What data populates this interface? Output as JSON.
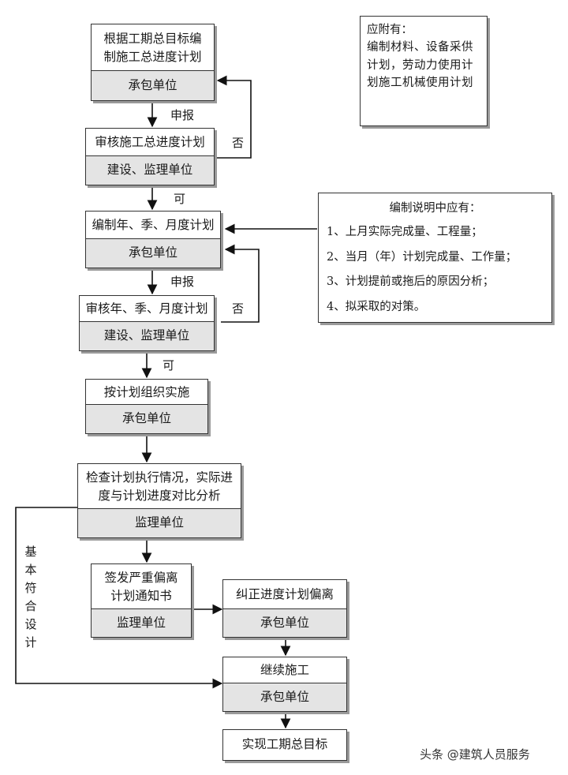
{
  "boxes": {
    "b1": {
      "top": "根据工期总目标编\n制施工总进度计划",
      "bottom": "承包单位"
    },
    "b2": {
      "top": "审核施工总进度计划",
      "bottom": "建设、监理单位"
    },
    "b3": {
      "top": "编制年、季、月度计划",
      "bottom": "承包单位"
    },
    "b4": {
      "top": "审核年、季、月度计划",
      "bottom": "建设、监理单位"
    },
    "b5": {
      "top": "按计划组织实施",
      "bottom": "承包单位"
    },
    "b6": {
      "top": "检查计划执行情况，实际进\n度与计划进度对比分析",
      "bottom": "监理单位"
    },
    "b7": {
      "top": "签发严重偏离\n计划通知书",
      "bottom": "监理单位"
    },
    "b8": {
      "top": "纠正进度计划偏离",
      "bottom": "承包单位"
    },
    "b9": {
      "top": "继续施工",
      "bottom": "承包单位"
    },
    "b10": {
      "top": "实现工期总目标"
    }
  },
  "notes": {
    "n1": {
      "title": "应附有：",
      "body": "编制材料、设备采供计划，劳动力使用计划施工机械使用计划"
    },
    "n2": {
      "title": "编制说明中应有：",
      "items": [
        "1、上月实际完成量、工程量；",
        "2、当月（年）计划完成量、工作量；",
        "3、计划提前或拖后的原因分析；",
        "4、拟采取的对策。"
      ]
    }
  },
  "labels": {
    "report1": "申报",
    "no1": "否",
    "ok1": "可",
    "report2": "申报",
    "no2": "否",
    "ok2": "可",
    "basic": "基本符合设计"
  },
  "watermark": "头条 @建筑人员服务"
}
